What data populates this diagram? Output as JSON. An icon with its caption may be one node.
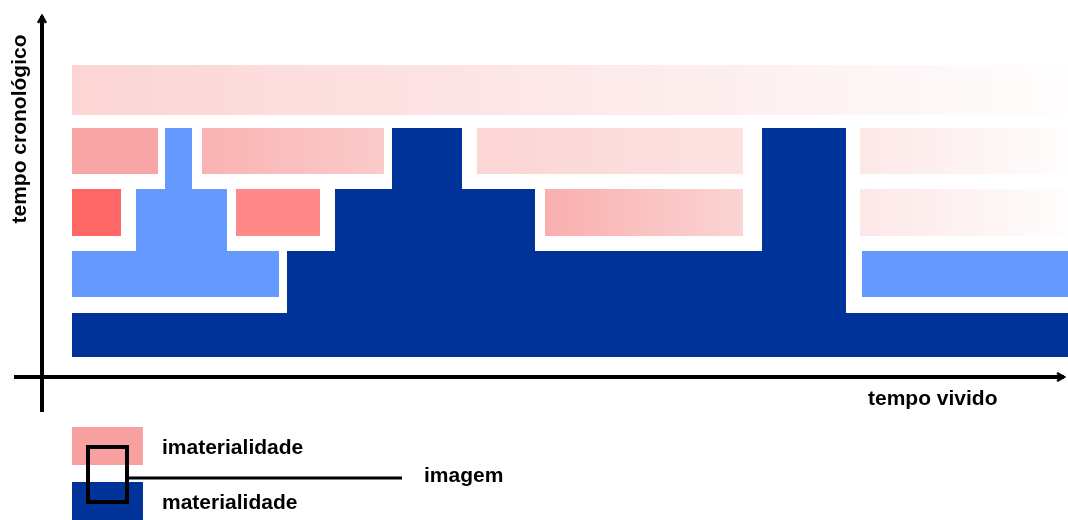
{
  "diagram": {
    "nodes": [
      {
        "text": [],
        "shape": "box"
      },
      {
        "text": [
          "imagem"
        ]
      }
    ],
    "edges": [
      {
        "from": 1,
        "to": 0,
        "arrow": "none"
      }
    ],
    "labels": [
      "tempo cronológico",
      "tempo vivido"
    ],
    "legend": [
      {
        "text": "imaterialidade",
        "color": "#f8a0a0"
      },
      {
        "text": "materialidade",
        "color": "#003399"
      }
    ]
  }
}
